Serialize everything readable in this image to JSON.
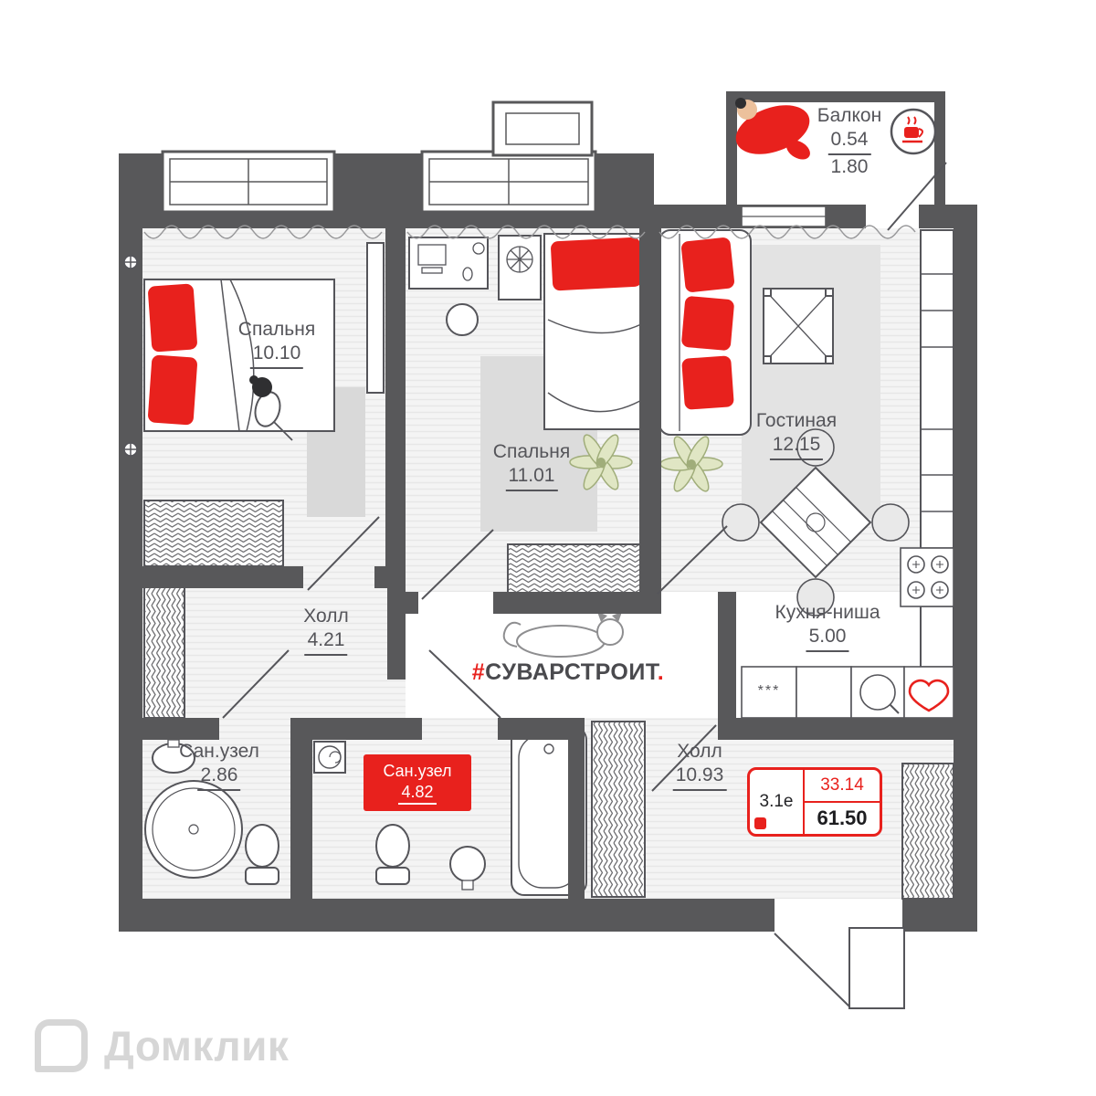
{
  "colors": {
    "wall": "#58585a",
    "accent_red": "#e8211d",
    "floor": "#f4f4f4",
    "text": "#55555a",
    "watermark": "#d6d6d6"
  },
  "rooms": {
    "balcony": {
      "name": "Балкон",
      "area_top": "0.54",
      "area_bottom": "1.80"
    },
    "bedroom1": {
      "name": "Спальня",
      "area": "10.10"
    },
    "bedroom2": {
      "name": "Спальня",
      "area": "11.01"
    },
    "living": {
      "name": "Гостиная",
      "area": "12.15"
    },
    "kitchen": {
      "name": "Кухня-ниша",
      "area": "5.00"
    },
    "hall1": {
      "name": "Холл",
      "area": "4.21"
    },
    "hall2": {
      "name": "Холл",
      "area": "10.93"
    },
    "bathroom1": {
      "name": "Сан.узел",
      "area": "2.86"
    },
    "bathroom2": {
      "name": "Сан.узел",
      "area": "4.82"
    }
  },
  "branding": {
    "hash": "#",
    "name": "СУВАРСТРОИТ",
    "dot": "."
  },
  "badge": {
    "plan_type": "3.1е",
    "living_area": "33.14",
    "total_area": "61.50"
  },
  "kitchen_marks": {
    "stars": "***"
  },
  "watermark": {
    "text": "Домклик"
  }
}
